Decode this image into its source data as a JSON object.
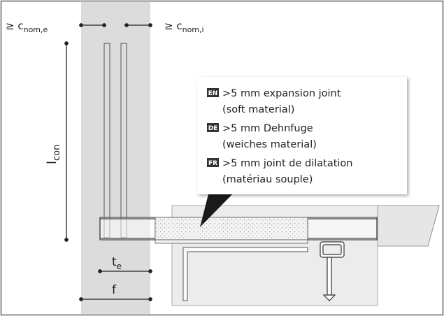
{
  "labels": {
    "cover_exterior": "≥ c",
    "cover_exterior_sub": "nom,e",
    "cover_interior": "≥ c",
    "cover_interior_sub": "nom,i",
    "anchorage_length": "l",
    "anchorage_length_sub": "con",
    "insulation_thickness": "t",
    "insulation_thickness_sub": "e",
    "wall_thickness": "f"
  },
  "callout": {
    "entries": [
      {
        "lang": "EN",
        "line1": ">5 mm expansion joint",
        "line2": "(soft material)"
      },
      {
        "lang": "DE",
        "line1": ">5 mm Dehnfuge",
        "line2": "(weiches material)"
      },
      {
        "lang": "FR",
        "line1": ">5 mm joint de dilatation",
        "line2": "(matériau souple)"
      }
    ]
  },
  "colors": {
    "wall": "#dcdcdc",
    "slab": "#ececec",
    "line": "#222222",
    "frame": "#555555",
    "tag": "#333333"
  }
}
